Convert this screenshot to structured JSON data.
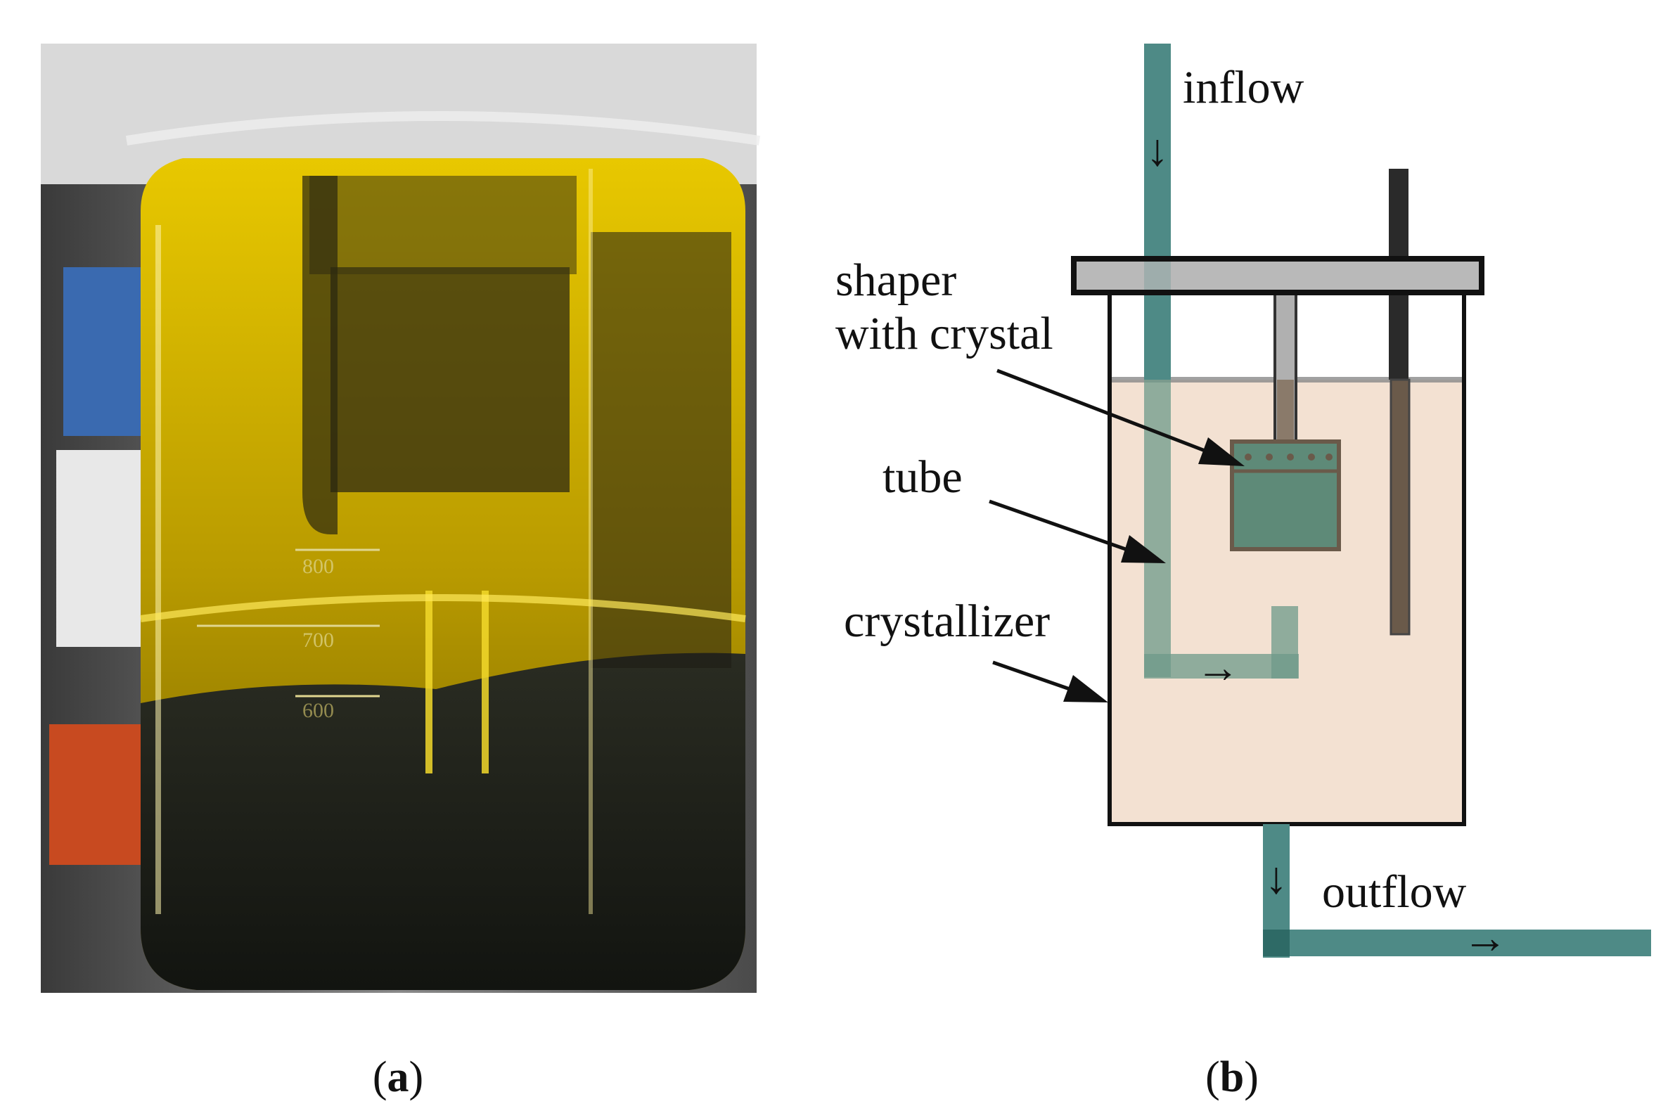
{
  "panel_a": {
    "caption_open": "(",
    "caption_letter": "a",
    "caption_close": ")",
    "graduation_marks": [
      "800",
      "700",
      "600"
    ]
  },
  "panel_b": {
    "caption_open": "(",
    "caption_letter": "b",
    "caption_close": ")",
    "labels": {
      "inflow": "inflow",
      "shaper_line1": "shaper",
      "shaper_line2": "with crystal",
      "tube": "tube",
      "crystallizer": "crystallizer",
      "outflow": "outflow"
    },
    "arrow_glyphs": {
      "inflow": "↓",
      "tube": "→",
      "outflow_down": "↓",
      "outflow_right": "→"
    }
  },
  "colors": {
    "pipe_teal": "#4e8a86",
    "solution": "#f3e1d2",
    "lid_gray": "#b9b9b9",
    "rod_brown": "#6a5a4a",
    "crystal_green": "#5e8a78",
    "outline": "#111111",
    "oil_yellow": "#d4b400",
    "dark_liquid": "#1a1d18"
  }
}
